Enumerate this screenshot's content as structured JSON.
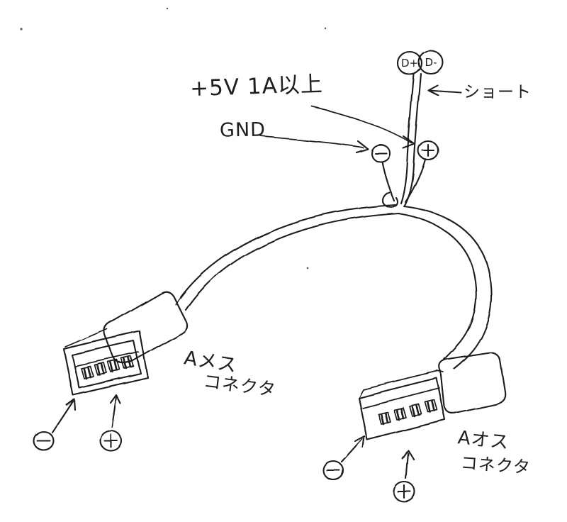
{
  "sketch": {
    "labels": {
      "power": "+5V 1A以上",
      "gnd": "GND",
      "short": "ショート",
      "d_plus": "D+",
      "d_minus": "D-",
      "female_line1": "Aメス",
      "female_line2": "コネクタ",
      "male_line1": "Aオス",
      "male_line2": "コネクタ"
    },
    "icons": {
      "plus_terminal": "⊕",
      "minus_terminal": "⊖",
      "short_arrow": "←"
    },
    "colors": {
      "ink": "#1f1f1f",
      "paper": "#ffffff"
    }
  }
}
